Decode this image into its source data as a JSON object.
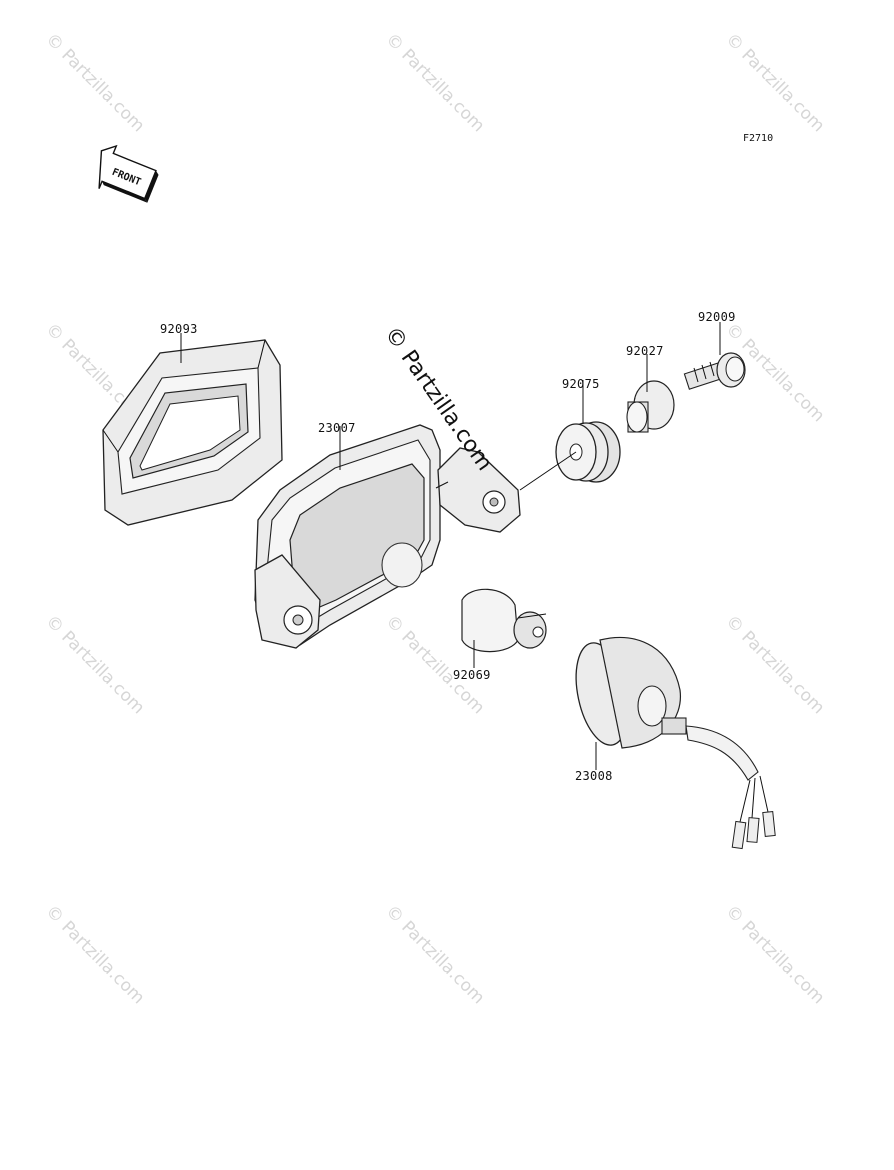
{
  "figure_code": "F2710",
  "front_label": "FRONT",
  "watermark": {
    "tile_text": "© Partzilla.com",
    "center_text": "© Partzilla.com"
  },
  "parts": [
    {
      "id": "p92093",
      "number": "92093",
      "name_icon": "gasket-frame"
    },
    {
      "id": "p23007",
      "number": "23007",
      "name_icon": "headlight-housing"
    },
    {
      "id": "p92075",
      "number": "92075",
      "name_icon": "grommet"
    },
    {
      "id": "p92027",
      "number": "92027",
      "name_icon": "collar"
    },
    {
      "id": "p92009",
      "number": "92009",
      "name_icon": "screw"
    },
    {
      "id": "p92069",
      "number": "92069",
      "name_icon": "bulb"
    },
    {
      "id": "p23008",
      "number": "23008",
      "name_icon": "socket-wire"
    }
  ]
}
